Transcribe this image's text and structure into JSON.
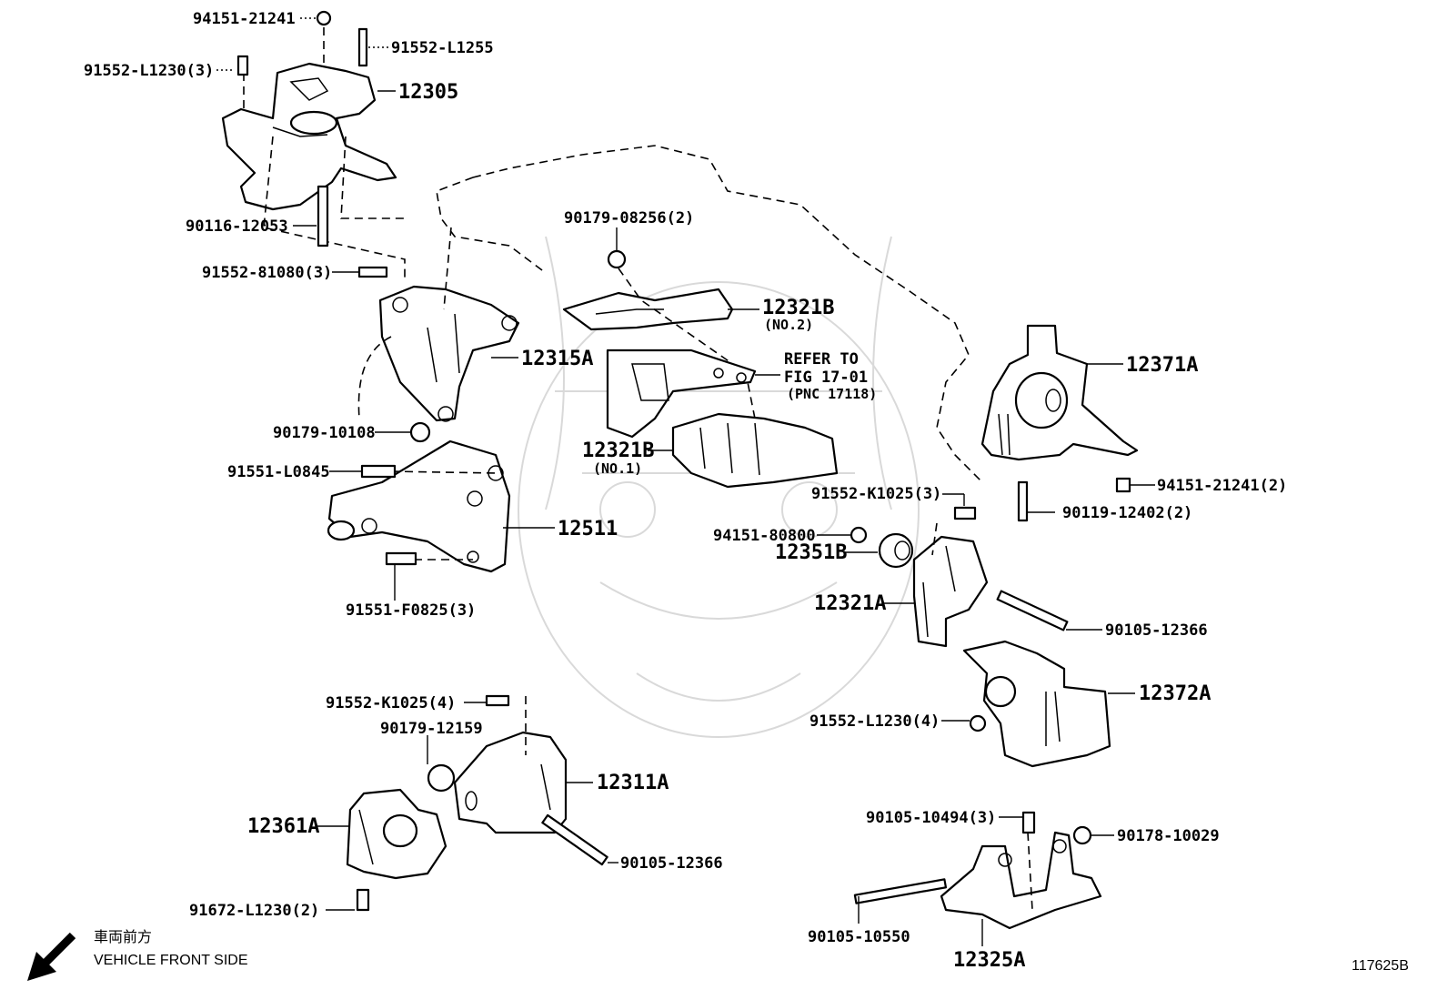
{
  "labels": {
    "p94151_21241_top": "94151-21241",
    "p91552_L1255": "91552-L1255",
    "p91552_L1230_3": "91552-L1230(3)",
    "p12305": "12305",
    "p90116_12053": "90116-12053",
    "p91552_81080_3": "91552-81080(3)",
    "p12315A": "12315A",
    "p90179_10108": "90179-10108",
    "p91551_L0845": "91551-L0845",
    "p12511": "12511",
    "p91551_F0825_3": "91551-F0825(3)",
    "p90179_08256_2": "90179-08256(2)",
    "p12321B_no2": "12321B",
    "no2": "(NO.2)",
    "refer1": "REFER TO",
    "refer2": "FIG 17-01",
    "refer3": "(PNC 17118)",
    "p12321B_no1": "12321B",
    "no1": "(NO.1)",
    "p12371A": "12371A",
    "p94151_21241_2": "94151-21241(2)",
    "p90119_12402_2": "90119-12402(2)",
    "p91552_K1025_3": "91552-K1025(3)",
    "p94151_80800": "94151-80800",
    "p12351B": "12351B",
    "p12321A": "12321A",
    "p90105_12366_r": "90105-12366",
    "p12372A": "12372A",
    "p91552_L1230_4": "91552-L1230(4)",
    "p91552_K1025_4": "91552-K1025(4)",
    "p90179_12159": "90179-12159",
    "p12311A": "12311A",
    "p12361A": "12361A",
    "p90105_12366_b": "90105-12366",
    "p91672_L1230_2": "91672-L1230(2)",
    "p90105_10494_3": "90105-10494(3)",
    "p90178_10029": "90178-10029",
    "p90105_10550": "90105-10550",
    "p12325A": "12325A"
  },
  "footer": {
    "japanese": "車両前方",
    "english": "VEHICLE FRONT SIDE",
    "code": "117625B"
  },
  "icons": {
    "arrow": "front-direction-arrow-icon",
    "watermark": "samurai-mask-watermark"
  }
}
